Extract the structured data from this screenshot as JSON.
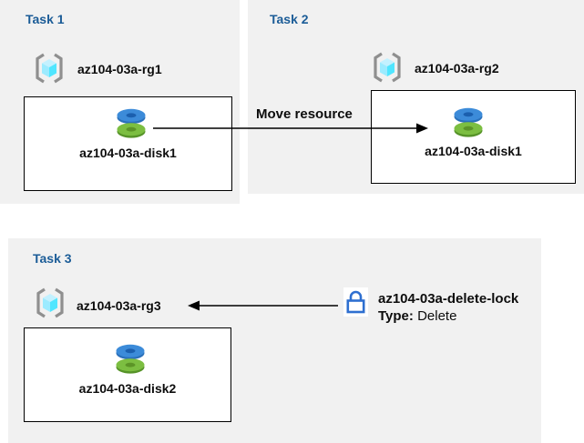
{
  "diagram": {
    "tasks": [
      {
        "title": "Task 1",
        "resource_group": "az104-03a-rg1",
        "resource": "az104-03a-disk1"
      },
      {
        "title": "Task 2",
        "resource_group": "az104-03a-rg2",
        "resource": "az104-03a-disk1"
      },
      {
        "title": "Task 3",
        "resource_group": "az104-03a-rg3",
        "resource": "az104-03a-disk2"
      }
    ],
    "move_arrow_label": "Move resource",
    "lock": {
      "name": "az104-03a-delete-lock",
      "type_label": "Type:",
      "type_value": "Delete"
    },
    "icons": [
      "resource-group-icon",
      "disk-icon",
      "lock-icon",
      "arrow-right",
      "arrow-left"
    ],
    "colors": {
      "panel_bg": "#f1f1f1",
      "task_title": "#1b5c97",
      "cube_top": "#c3f1ff",
      "cube_left": "#9cebff",
      "cube_right": "#50e6ff",
      "bracket_gray": "#8f8f8f",
      "disk_blue": "#3c8bd9",
      "disk_blue_side": "#2a70ba",
      "disk_blue_hole": "#1b5fae",
      "disk_green": "#7cbe41",
      "disk_green_side": "#569328",
      "disk_green_hole": "#5c9427",
      "lock_blue": "#2e6fd0",
      "arrow": "#000000"
    }
  }
}
